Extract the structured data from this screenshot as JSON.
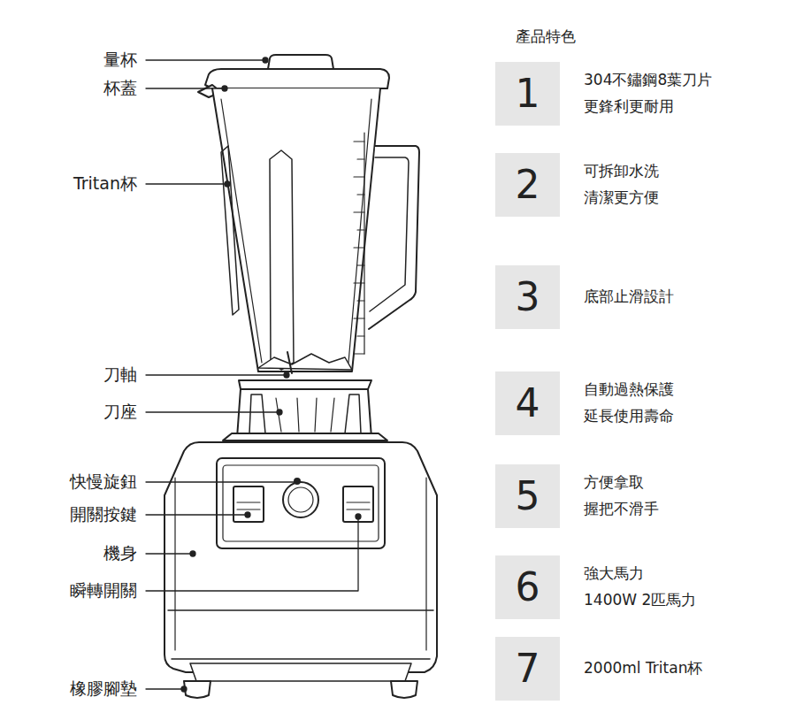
{
  "diagram": {
    "title": "產品特色",
    "nodes": [
      {
        "text": [
          "1",
          "304不鏽鋼8葉刀片 更鋒利更耐用"
        ]
      },
      {
        "text": [
          "2",
          "可拆卸水洗 清潔更方便"
        ]
      },
      {
        "text": [
          "3",
          "底部止滑設計"
        ]
      },
      {
        "text": [
          "4",
          "自動過熱保護 延長使用壽命"
        ]
      },
      {
        "text": [
          "5",
          "方便拿取 握把不滑手"
        ]
      },
      {
        "text": [
          "6",
          "強大馬力",
          "1400W 2匹馬力"
        ]
      },
      {
        "text": [
          "7",
          "2000ml Tritan杯"
        ]
      }
    ],
    "labels": [
      "量杯",
      "杯蓋",
      "Tritan杯",
      "刀軸",
      "刀座",
      "快慢旋鈕",
      "開關按鍵",
      "機身",
      "瞬轉開關",
      "橡膠腳墊"
    ]
  }
}
